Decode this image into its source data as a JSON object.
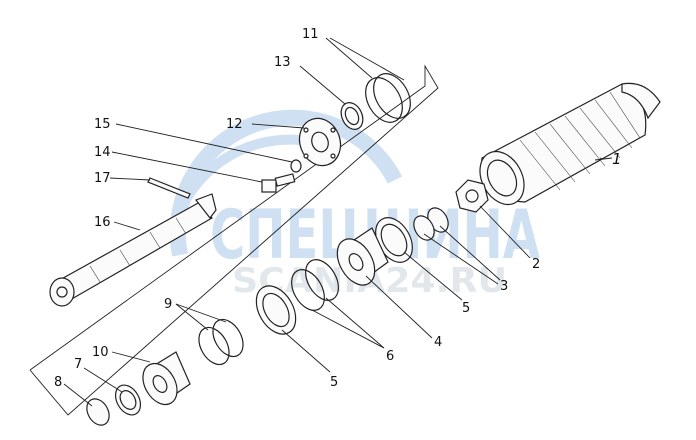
{
  "watermark": {
    "brand": "СПЕЦШИНА",
    "site": "SCANIA24.RU",
    "brand_color": "#a9c7ea",
    "site_color": "#c9d4dc"
  },
  "labels": [
    {
      "key": "1",
      "text": "1"
    },
    {
      "key": "2",
      "text": "2"
    },
    {
      "key": "3",
      "text": "3"
    },
    {
      "key": "4",
      "text": "4"
    },
    {
      "key": "5a",
      "text": "5"
    },
    {
      "key": "5b",
      "text": "5"
    },
    {
      "key": "6",
      "text": "6"
    },
    {
      "key": "7",
      "text": "7"
    },
    {
      "key": "8",
      "text": "8"
    },
    {
      "key": "9",
      "text": "9"
    },
    {
      "key": "10",
      "text": "10"
    },
    {
      "key": "11",
      "text": "11"
    },
    {
      "key": "12",
      "text": "12"
    },
    {
      "key": "13",
      "text": "13"
    },
    {
      "key": "14",
      "text": "14"
    },
    {
      "key": "15",
      "text": "15"
    },
    {
      "key": "16",
      "text": "16"
    },
    {
      "key": "17",
      "text": "17"
    }
  ]
}
